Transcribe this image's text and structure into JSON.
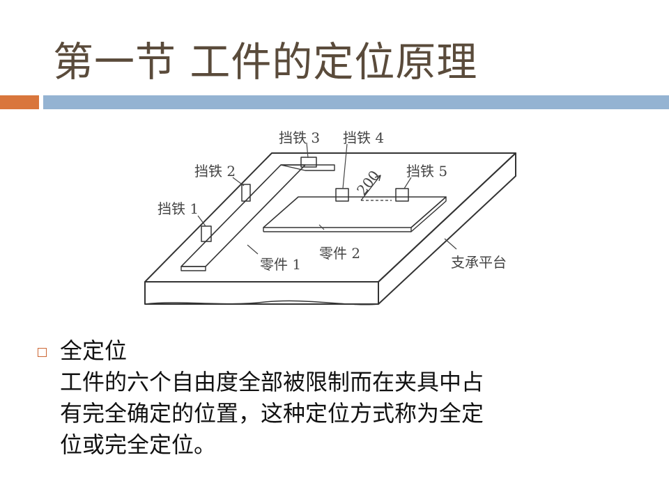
{
  "slide": {
    "title": "第一节  工件的定位原理",
    "accent_color": "#d9763c",
    "bar_color": "#94b3d2"
  },
  "diagram": {
    "labels": {
      "stop1": "挡铁 1",
      "stop2": "挡铁 2",
      "stop3": "挡铁 3",
      "stop4": "挡铁 4",
      "stop5": "挡铁 5",
      "dimension": "200",
      "part1": "零件 1",
      "part2": "零件 2",
      "platform": "支承平台"
    }
  },
  "bullet": {
    "heading": "全定位",
    "lines": [
      "工件的六个自由度全部被限制而在夹具中占",
      "有完全确定的位置，这种定位方式称为全定",
      "位或完全定位。"
    ]
  }
}
